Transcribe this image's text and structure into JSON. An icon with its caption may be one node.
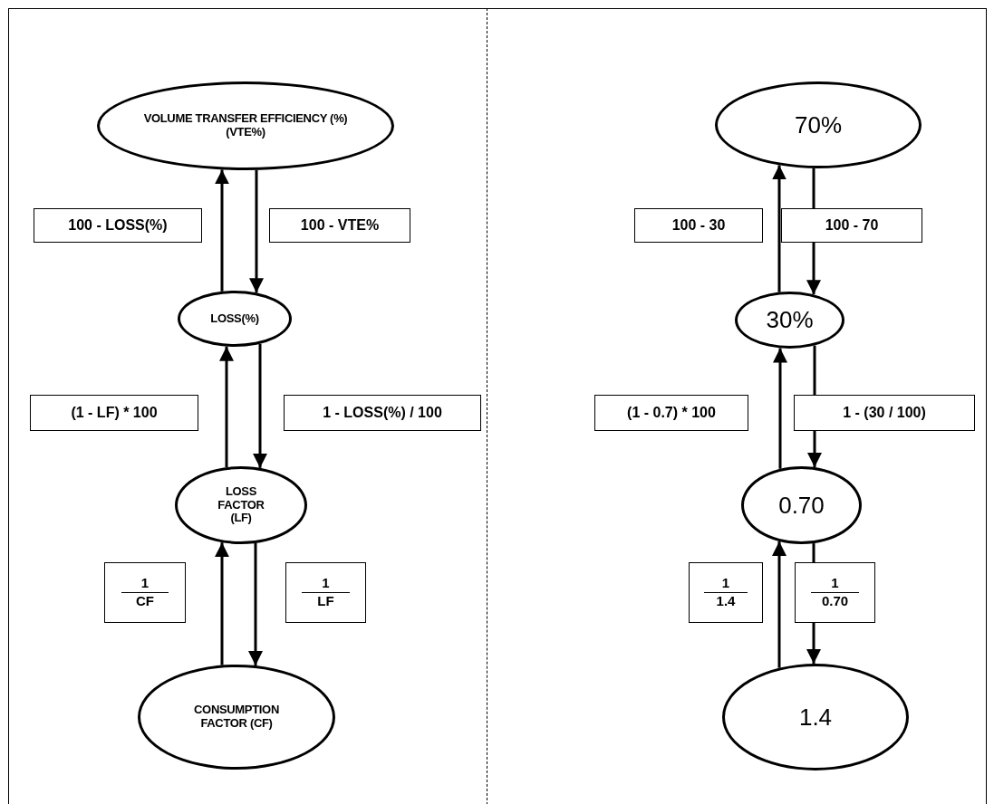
{
  "diagram": {
    "nodes": [
      {
        "text": [
          "VOLUME TRANSFER EFFICIENCY (%) (VTE%)"
        ]
      },
      {
        "text": [
          "LOSS(%)"
        ]
      },
      {
        "text": [
          "LOSS FACTOR (LF)"
        ]
      },
      {
        "text": [
          "CONSUMPTION FACTOR (CF)"
        ]
      },
      {
        "text": [
          "70%"
        ]
      },
      {
        "text": [
          "30%"
        ]
      },
      {
        "text": [
          "0.70"
        ]
      },
      {
        "text": [
          "1.4"
        ]
      }
    ],
    "edges": [
      {
        "from": 1,
        "to": 0,
        "arrow": "to",
        "label": "100 - LOSS(%)"
      },
      {
        "from": 0,
        "to": 1,
        "arrow": "to",
        "label": "100 - VTE%"
      },
      {
        "from": 2,
        "to": 1,
        "arrow": "to",
        "label": "(1 - LF) * 100"
      },
      {
        "from": 1,
        "to": 2,
        "arrow": "to",
        "label": "1 - LOSS(%) / 100"
      },
      {
        "from": 3,
        "to": 2,
        "arrow": "to",
        "label": "1 CF"
      },
      {
        "from": 2,
        "to": 3,
        "arrow": "to",
        "label": "1 LF"
      },
      {
        "from": 5,
        "to": 4,
        "arrow": "to",
        "label": "100 - 30"
      },
      {
        "from": 4,
        "to": 5,
        "arrow": "to",
        "label": "100 - 70"
      },
      {
        "from": 6,
        "to": 5,
        "arrow": "to",
        "label": "(1 - 0.7) * 100"
      },
      {
        "from": 5,
        "to": 6,
        "arrow": "to",
        "label": "1 - (30 / 100)"
      },
      {
        "from": 7,
        "to": 6,
        "arrow": "to",
        "label": "1 1.4"
      },
      {
        "from": 6,
        "to": 7,
        "arrow": "to",
        "label": "1 0.70"
      }
    ]
  }
}
